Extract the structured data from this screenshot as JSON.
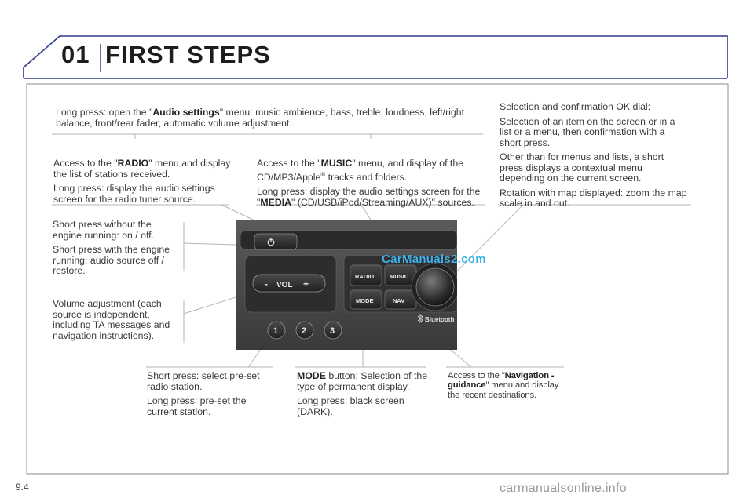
{
  "header": {
    "number": "01",
    "title": "FIRST STEPS"
  },
  "blocks": {
    "audio_settings": {
      "pre": "Long press: open the \"",
      "bold": "Audio settings",
      "post": "\" menu: music ambience, bass, treble, loudness, left/right balance, front/rear fader, automatic volume adjustment."
    },
    "ok_dial": {
      "p1": "Selection and confirmation OK dial:",
      "p2": "Selection of an item on the screen or in a list or a menu, then confirmation with a short press.",
      "p3": "Other than for menus and lists, a short press displays a contextual menu depending on the current screen.",
      "p4": "Rotation with map displayed: zoom the map scale in and out."
    },
    "radio": {
      "pre": "Access to the \"",
      "bold": "RADIO",
      "post": "\" menu and display the list of stations received.",
      "p2": "Long press: display the audio settings screen for the radio tuner source."
    },
    "music": {
      "pre": "Access to the \"",
      "bold": "MUSIC",
      "mid": "\" menu, and display of the CD/MP3/Apple",
      "sup": "®",
      "post": " tracks and folders.",
      "p2_pre": "Long press: display the audio settings screen for the \"",
      "p2_bold": "MEDIA",
      "p2_post": "\" (CD/USB/iPod/Streaming/AUX)\" sources."
    },
    "power": {
      "p1": "Short press without the engine running: on / off.",
      "p2": "Short press with the engine running: audio source off / restore."
    },
    "volume": {
      "p1": "Volume adjustment (each source is independent, including TA messages and navigation instructions)."
    },
    "presets": {
      "p1": "Short press: select pre-set radio station.",
      "p2": "Long press: pre-set the current station."
    },
    "mode": {
      "bold": "MODE",
      "post": " button: Selection of the type of permanent display.",
      "p2": "Long press: black screen (DARK)."
    },
    "nav": {
      "pre": "Access to the \"",
      "bold": "Navigation - guidance",
      "post": "\" menu and display the recent destinations."
    }
  },
  "device": {
    "buttons": {
      "vol": "VOL",
      "minus": "-",
      "plus": "+",
      "radio": "RADIO",
      "music": "MUSIC",
      "mode": "MODE",
      "nav": "NAV",
      "bluetooth": "Bluetooth",
      "preset1": "1",
      "preset2": "2",
      "preset3": "3"
    },
    "icons": {
      "power": "power-icon",
      "bluetooth": "bluetooth-icon"
    }
  },
  "page_number": "9.4",
  "watermarks": {
    "top": "CarManuals2.com",
    "bottom": "carmanualsonline.info"
  },
  "colors": {
    "frame": "#2e3a8c",
    "panel_border": "#8a8a8a",
    "watermark_blue": "#3fb0e6"
  }
}
